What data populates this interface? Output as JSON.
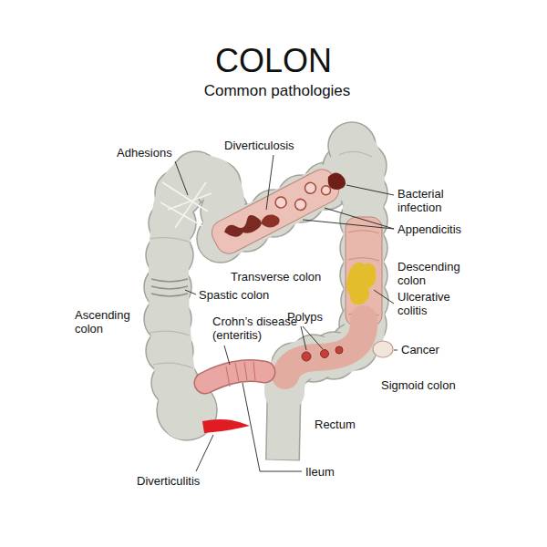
{
  "diagram": {
    "title": "COLON",
    "labels": [
      "Common pathologies",
      "Adhesions",
      "Diverticulosis",
      "Bacterial infection",
      "Appendicitis",
      "Transverse colon",
      "Descending colon",
      "Spastic colon",
      "Ulcerative colitis",
      "Ascending colon",
      "Crohn’s disease (enteritis)",
      "Polyps",
      "Cancer",
      "Sigmoid colon",
      "Rectum",
      "Diverticulitis",
      "Ileum"
    ]
  }
}
